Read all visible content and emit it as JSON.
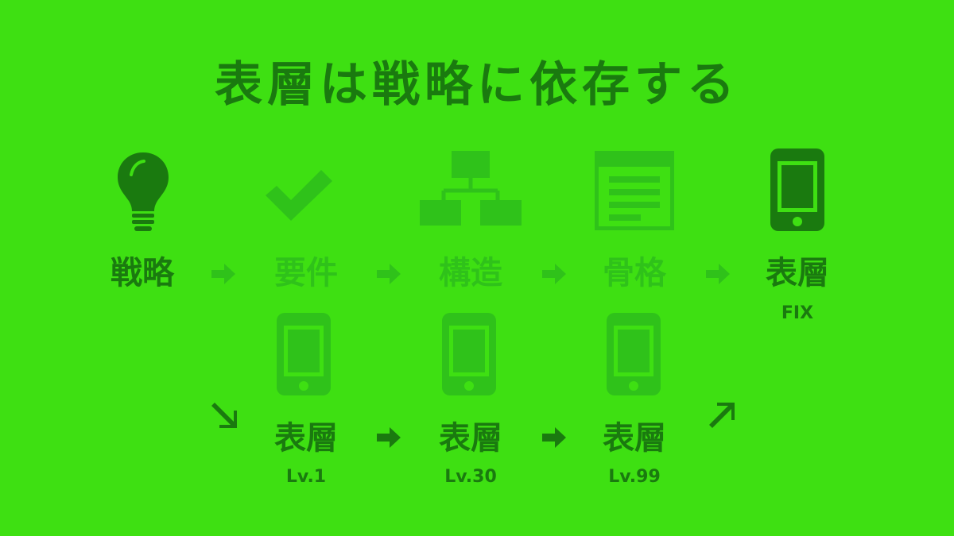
{
  "title": "表層は戦略に依存する",
  "colors": {
    "background": "#3ee012",
    "active": "#1a7a0f",
    "inactive": "#2fc21a"
  },
  "top_row": [
    {
      "label": "戦略",
      "icon": "lightbulb-icon",
      "state": "active"
    },
    {
      "label": "要件",
      "icon": "checkmark-icon",
      "state": "inactive"
    },
    {
      "label": "構造",
      "icon": "hierarchy-icon",
      "state": "inactive"
    },
    {
      "label": "骨格",
      "icon": "wireframe-icon",
      "state": "inactive"
    },
    {
      "label": "表層",
      "sub": "FIX",
      "icon": "smartphone-icon",
      "state": "active"
    }
  ],
  "bottom_row": [
    {
      "label": "表層",
      "sub": "Lv.1",
      "icon": "smartphone-icon"
    },
    {
      "label": "表層",
      "sub": "Lv.30",
      "icon": "smartphone-icon"
    },
    {
      "label": "表層",
      "sub": "Lv.99",
      "icon": "smartphone-icon"
    }
  ]
}
